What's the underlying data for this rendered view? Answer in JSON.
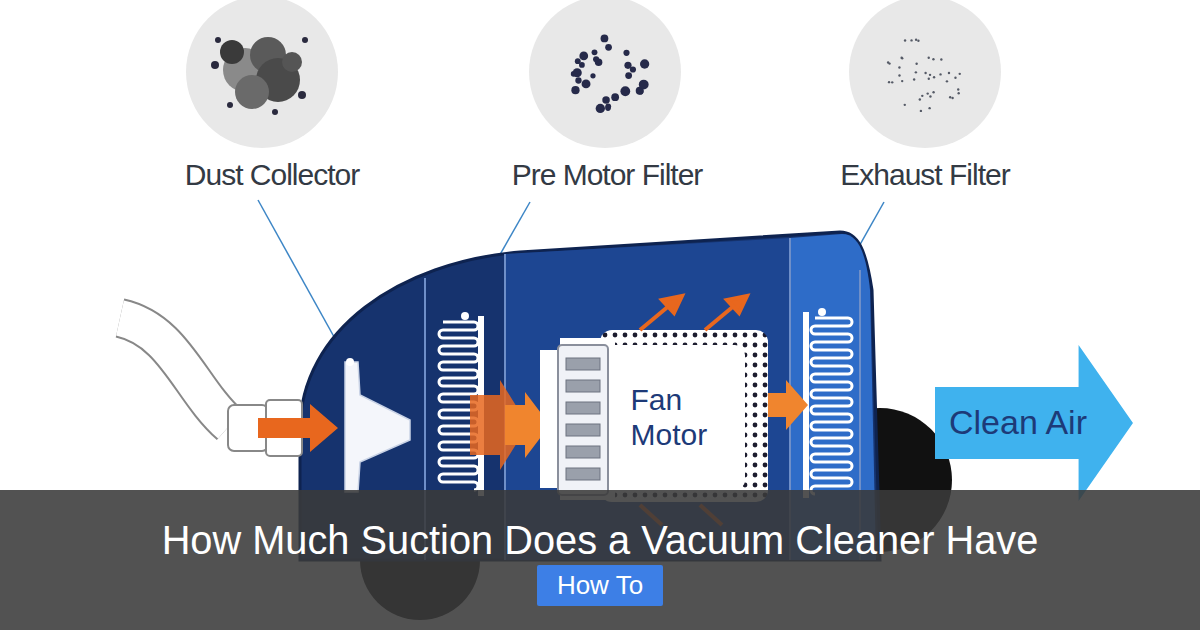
{
  "diagram": {
    "title": "How Much Suction Does a Vacuum Cleaner Have",
    "nodes": [
      {
        "text": [
          "Fan Motor"
        ]
      },
      {
        "text": [
          "Clean Air"
        ]
      },
      {
        "text": [
          "How To"
        ]
      }
    ],
    "labels": [
      "Dust Collector",
      "Pre Motor Filter",
      "Exhaust Filter"
    ]
  }
}
